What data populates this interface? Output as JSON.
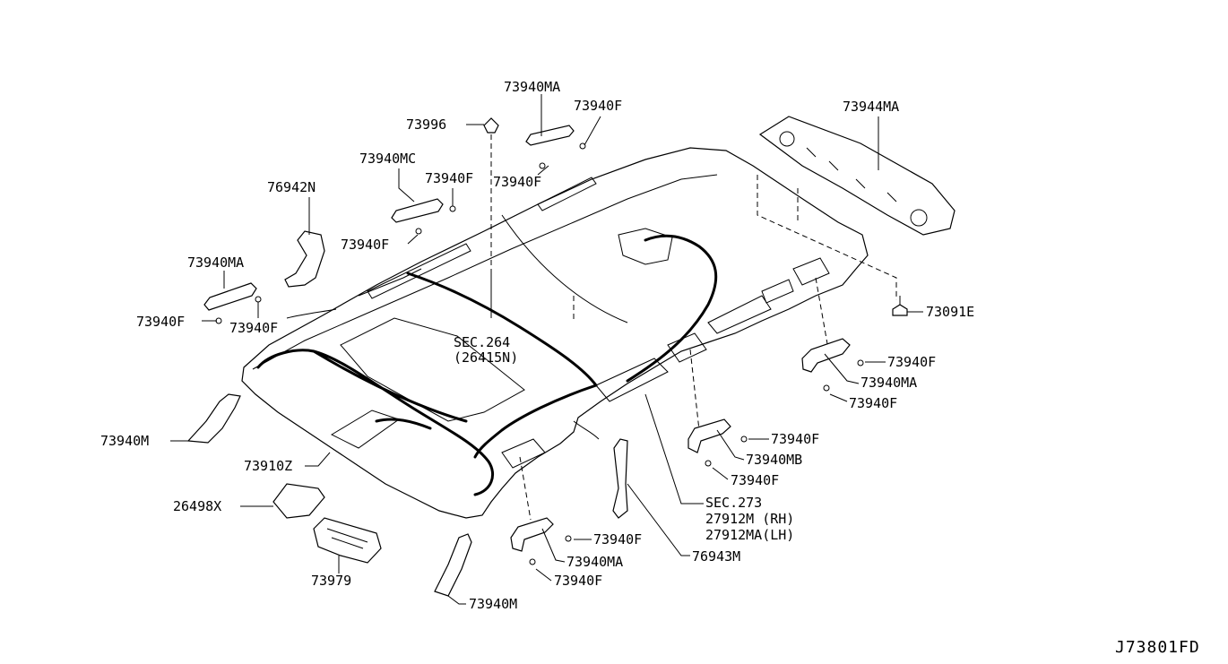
{
  "diagram": {
    "doc_id": "J73801FD",
    "parts": {
      "p_73940MA_top": "73940MA",
      "p_73940F_top": "73940F",
      "p_73996": "73996",
      "p_73944MA": "73944MA",
      "p_73940MC": "73940MC",
      "p_73940F_a": "73940F",
      "p_73940F_b": "73940F",
      "p_76942N": "76942N",
      "p_73940F_c": "73940F",
      "p_73940MA_left": "73940MA",
      "p_73940F_d": "73940F",
      "p_73940F_e": "73940F",
      "p_73091E": "73091E",
      "p_sec264": "SEC.264",
      "p_sec264_sub": "(26415N)",
      "p_73940F_r1": "73940F",
      "p_73940MA_r": "73940MA",
      "p_73940F_r2": "73940F",
      "p_73940M_left": "73940M",
      "p_73940F_m1": "73940F",
      "p_73940MB": "73940MB",
      "p_73940F_m2": "73940F",
      "p_73910Z": "73910Z",
      "p_sec273": "SEC.273",
      "p_sec273_rh": "27912M (RH)",
      "p_sec273_lh": "27912MA(LH)",
      "p_26498X": "26498X",
      "p_73940F_b1": "73940F",
      "p_73940MA_b": "73940MA",
      "p_76943M": "76943M",
      "p_73940F_b2": "73940F",
      "p_73979": "73979",
      "p_73940M_bottom": "73940M"
    }
  }
}
